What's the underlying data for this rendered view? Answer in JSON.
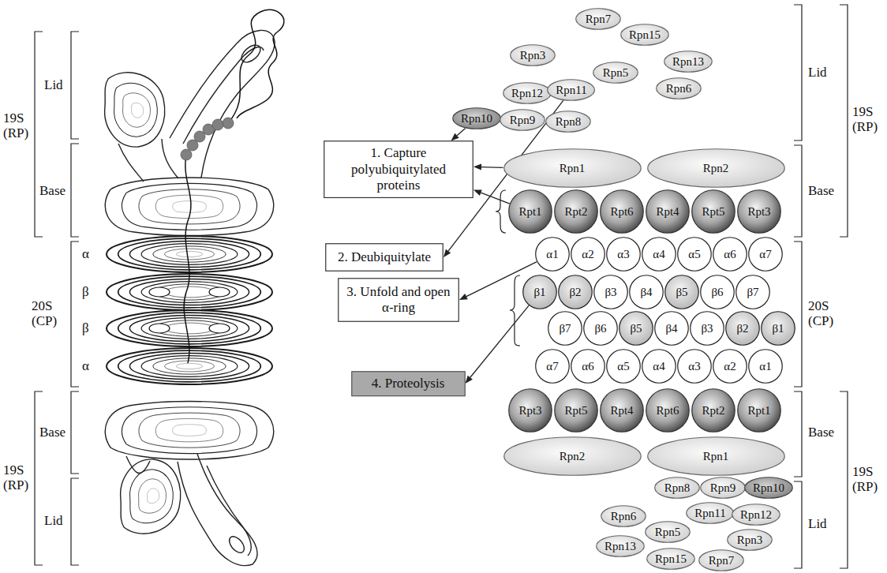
{
  "diagram": {
    "nodes": [
      {
        "text": [
          "Rpn7"
        ]
      },
      {
        "text": [
          "Rpn15"
        ]
      },
      {
        "text": [
          "Rpn3"
        ]
      },
      {
        "text": [
          "Rpn13"
        ]
      },
      {
        "text": [
          "Rpn5"
        ]
      },
      {
        "text": [
          "Rpn6"
        ]
      },
      {
        "text": [
          "Rpn12"
        ]
      },
      {
        "text": [
          "Rpn11"
        ]
      },
      {
        "text": [
          "Rpn10"
        ]
      },
      {
        "text": [
          "Rpn9"
        ]
      },
      {
        "text": [
          "Rpn8"
        ]
      },
      {
        "text": [
          "1. Capture polyubiquitylated proteins"
        ]
      },
      {
        "text": [
          "Rpn1"
        ]
      },
      {
        "text": [
          "Rpn2"
        ]
      },
      {
        "text": [
          "Rpt1"
        ]
      },
      {
        "text": [
          "Rpt2"
        ]
      },
      {
        "text": [
          "Rpt6"
        ]
      },
      {
        "text": [
          "Rpt4"
        ]
      },
      {
        "text": [
          "Rpt5"
        ]
      },
      {
        "text": [
          "Rpt3"
        ]
      },
      {
        "text": [
          "2. Deubiquitylate"
        ]
      },
      {
        "text": [
          "α1"
        ]
      },
      {
        "text": [
          "α2"
        ]
      },
      {
        "text": [
          "α3"
        ]
      },
      {
        "text": [
          "α4"
        ]
      },
      {
        "text": [
          "α5"
        ]
      },
      {
        "text": [
          "α6"
        ]
      },
      {
        "text": [
          "α7"
        ]
      },
      {
        "text": [
          "3. Unfold and open α-ring"
        ]
      },
      {
        "text": [
          "β1"
        ]
      },
      {
        "text": [
          "β2"
        ]
      },
      {
        "text": [
          "β3"
        ]
      },
      {
        "text": [
          "β4"
        ]
      },
      {
        "text": [
          "β5"
        ]
      },
      {
        "text": [
          "β6"
        ]
      },
      {
        "text": [
          "β7"
        ]
      },
      {
        "text": [
          "β7"
        ]
      },
      {
        "text": [
          "β6"
        ]
      },
      {
        "text": [
          "β5"
        ]
      },
      {
        "text": [
          "β4"
        ]
      },
      {
        "text": [
          "β3"
        ]
      },
      {
        "text": [
          "β2"
        ]
      },
      {
        "text": [
          "β1"
        ]
      },
      {
        "text": [
          "4. Proteolysis"
        ]
      },
      {
        "text": [
          "α7"
        ]
      },
      {
        "text": [
          "α6"
        ]
      },
      {
        "text": [
          "α5"
        ]
      },
      {
        "text": [
          "α4"
        ]
      },
      {
        "text": [
          "α3"
        ]
      },
      {
        "text": [
          "α2"
        ]
      },
      {
        "text": [
          "α1"
        ]
      },
      {
        "text": [
          "Rpt3"
        ]
      },
      {
        "text": [
          "Rpt5"
        ]
      },
      {
        "text": [
          "Rpt4"
        ]
      },
      {
        "text": [
          "Rpt6"
        ]
      },
      {
        "text": [
          "Rpt2"
        ]
      },
      {
        "text": [
          "Rpt1"
        ]
      },
      {
        "text": [
          "Rpn2"
        ]
      },
      {
        "text": [
          "Rpn1"
        ]
      },
      {
        "text": [
          "Rpn8"
        ]
      },
      {
        "text": [
          "Rpn9"
        ]
      },
      {
        "text": [
          "Rpn10"
        ]
      },
      {
        "text": [
          "Rpn6"
        ]
      },
      {
        "text": [
          "Rpn11"
        ]
      },
      {
        "text": [
          "Rpn12"
        ]
      },
      {
        "text": [
          "Rpn5"
        ]
      },
      {
        "text": [
          "Rpn3"
        ]
      },
      {
        "text": [
          "Rpn13"
        ]
      },
      {
        "text": [
          "Rpn15"
        ]
      },
      {
        "text": [
          "Rpn7"
        ]
      }
    ],
    "edges": [
      {
        "from": 8,
        "to": 11,
        "arrow": "to"
      },
      {
        "from": 12,
        "to": 11,
        "arrow": "to"
      },
      {
        "from": 14,
        "to": 11,
        "arrow": "to"
      },
      {
        "from": 7,
        "to": 20,
        "arrow": "to"
      },
      {
        "from": 21,
        "to": 28,
        "arrow": "to"
      },
      {
        "from": 29,
        "to": 43,
        "arrow": "to"
      }
    ],
    "labels": [
      "19S (RP)",
      "Lid",
      "Base",
      "α",
      "β",
      "β",
      "α",
      "20S (CP)",
      "Base",
      "Lid",
      "19S (RP)",
      "Lid",
      "19S (RP)",
      "Base",
      "20S (CP)",
      "Base",
      "19S (RP)",
      "Lid"
    ]
  }
}
